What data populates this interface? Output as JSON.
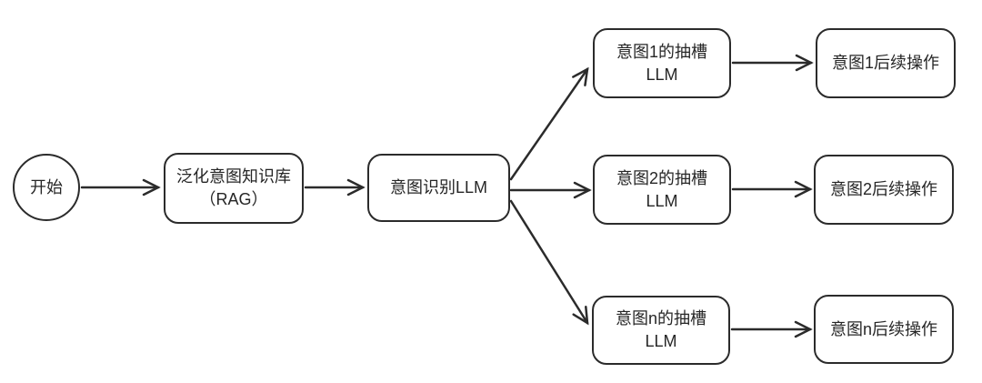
{
  "diagram": {
    "type": "flowchart",
    "language": "zh-CN",
    "colors": {
      "background": "#ffffff",
      "stroke": "#2b2b2b",
      "text": "#262626"
    },
    "nodes": {
      "start": {
        "shape": "circle",
        "label": "开始"
      },
      "rag": {
        "shape": "rounded-rect",
        "line1": "泛化意图知识库",
        "line2": "（RAG）"
      },
      "intent": {
        "shape": "rounded-rect",
        "label": "意图识别LLM"
      },
      "slot1": {
        "shape": "rounded-rect",
        "line1": "意图1的抽槽",
        "line2": "LLM"
      },
      "slot2": {
        "shape": "rounded-rect",
        "line1": "意图2的抽槽",
        "line2": "LLM"
      },
      "slotn": {
        "shape": "rounded-rect",
        "line1": "意图n的抽槽",
        "line2": "LLM"
      },
      "follow1": {
        "shape": "rounded-rect",
        "label": "意图1后续操作"
      },
      "follow2": {
        "shape": "rounded-rect",
        "label": "意图2后续操作"
      },
      "follown": {
        "shape": "rounded-rect",
        "label": "意图n后续操作"
      }
    },
    "edges": [
      {
        "from": "start",
        "to": "rag"
      },
      {
        "from": "rag",
        "to": "intent"
      },
      {
        "from": "intent",
        "to": "slot1"
      },
      {
        "from": "intent",
        "to": "slot2"
      },
      {
        "from": "intent",
        "to": "slotn"
      },
      {
        "from": "slot1",
        "to": "follow1"
      },
      {
        "from": "slot2",
        "to": "follow2"
      },
      {
        "from": "slotn",
        "to": "follown"
      }
    ]
  }
}
